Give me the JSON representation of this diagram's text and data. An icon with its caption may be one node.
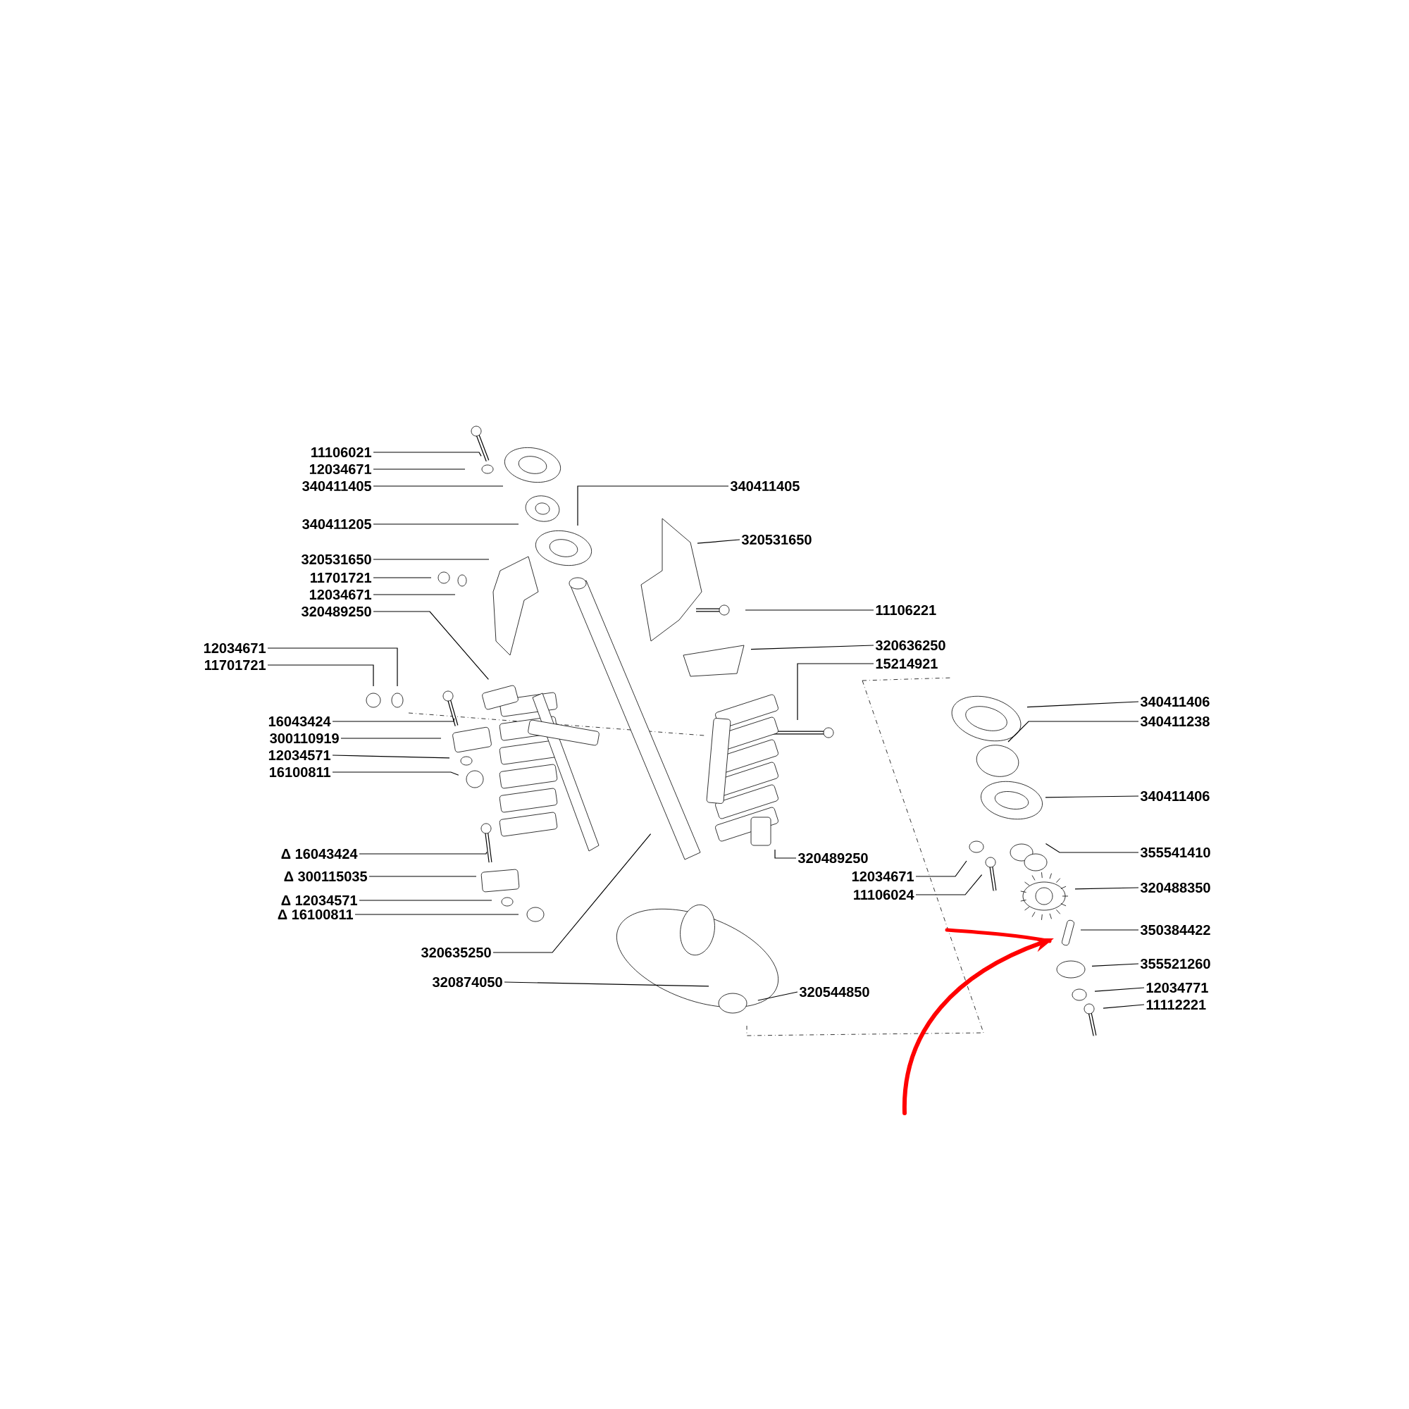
{
  "diagram": {
    "nodes": [
      {
        "text": [
          "11106021"
        ]
      },
      {
        "text": [
          "12034671"
        ]
      },
      {
        "text": [
          "340411405"
        ]
      },
      {
        "text": [
          "340411205"
        ]
      },
      {
        "text": [
          "320531650"
        ]
      },
      {
        "text": [
          "11701721"
        ]
      },
      {
        "text": [
          "12034671"
        ]
      },
      {
        "text": [
          "320489250"
        ]
      },
      {
        "text": [
          "12034671"
        ]
      },
      {
        "text": [
          "11701721"
        ]
      },
      {
        "text": [
          "16043424"
        ]
      },
      {
        "text": [
          "300110919"
        ]
      },
      {
        "text": [
          "12034571"
        ]
      },
      {
        "text": [
          "16100811"
        ]
      },
      {
        "text": [
          "Δ 16043424"
        ]
      },
      {
        "text": [
          "Δ 300115035"
        ]
      },
      {
        "text": [
          "Δ 12034571"
        ]
      },
      {
        "text": [
          "Δ 16100811"
        ]
      },
      {
        "text": [
          "320635250"
        ]
      },
      {
        "text": [
          "320874050"
        ]
      },
      {
        "text": [
          "320544850"
        ]
      },
      {
        "text": [
          "340411405"
        ]
      },
      {
        "text": [
          "320531650"
        ]
      },
      {
        "text": [
          "11106221"
        ]
      },
      {
        "text": [
          "320636250"
        ]
      },
      {
        "text": [
          "15214921"
        ]
      },
      {
        "text": [
          "320489250"
        ]
      },
      {
        "text": [
          "12034671"
        ]
      },
      {
        "text": [
          "11106024"
        ]
      },
      {
        "text": [
          "340411406"
        ]
      },
      {
        "text": [
          "340411238"
        ]
      },
      {
        "text": [
          "340411406"
        ]
      },
      {
        "text": [
          "355541410"
        ]
      },
      {
        "text": [
          "320488350"
        ]
      },
      {
        "text": [
          "350384422"
        ]
      },
      {
        "text": [
          "355521260"
        ]
      },
      {
        "text": [
          "12034771"
        ]
      },
      {
        "text": [
          "11112221"
        ]
      }
    ],
    "edges": [
      {
        "from": 0,
        "to": null,
        "arrow": "none"
      },
      {
        "from": 1,
        "to": null,
        "arrow": "none"
      },
      {
        "from": 2,
        "to": null,
        "arrow": "none"
      },
      {
        "from": 3,
        "to": null,
        "arrow": "none"
      },
      {
        "from": 4,
        "to": null,
        "arrow": "none"
      },
      {
        "from": 5,
        "to": null,
        "arrow": "none"
      },
      {
        "from": 6,
        "to": null,
        "arrow": "none"
      },
      {
        "from": 7,
        "to": null,
        "arrow": "none"
      },
      {
        "from": 8,
        "to": null,
        "arrow": "none"
      },
      {
        "from": 9,
        "to": null,
        "arrow": "none"
      },
      {
        "from": 10,
        "to": null,
        "arrow": "none"
      },
      {
        "from": 11,
        "to": null,
        "arrow": "none"
      },
      {
        "from": 12,
        "to": null,
        "arrow": "none"
      },
      {
        "from": 13,
        "to": null,
        "arrow": "none"
      },
      {
        "from": 14,
        "to": null,
        "arrow": "none"
      },
      {
        "from": 15,
        "to": null,
        "arrow": "none"
      },
      {
        "from": 16,
        "to": null,
        "arrow": "none"
      },
      {
        "from": 17,
        "to": null,
        "arrow": "none"
      },
      {
        "from": 18,
        "to": null,
        "arrow": "none"
      },
      {
        "from": 19,
        "to": null,
        "arrow": "none"
      },
      {
        "from": 20,
        "to": null,
        "arrow": "none"
      },
      {
        "from": 21,
        "to": null,
        "arrow": "none"
      },
      {
        "from": 22,
        "to": null,
        "arrow": "none"
      },
      {
        "from": 23,
        "to": null,
        "arrow": "none"
      },
      {
        "from": 24,
        "to": null,
        "arrow": "none"
      },
      {
        "from": 25,
        "to": null,
        "arrow": "none"
      },
      {
        "from": 26,
        "to": null,
        "arrow": "none"
      },
      {
        "from": 27,
        "to": null,
        "arrow": "none"
      },
      {
        "from": 28,
        "to": null,
        "arrow": "none"
      },
      {
        "from": 29,
        "to": null,
        "arrow": "none"
      },
      {
        "from": 30,
        "to": null,
        "arrow": "none"
      },
      {
        "from": 31,
        "to": null,
        "arrow": "none"
      },
      {
        "from": 32,
        "to": null,
        "arrow": "none"
      },
      {
        "from": 33,
        "to": null,
        "arrow": "none"
      },
      {
        "from": 34,
        "to": null,
        "arrow": "none"
      },
      {
        "from": 35,
        "to": null,
        "arrow": "none"
      },
      {
        "from": 36,
        "to": null,
        "arrow": "none"
      },
      {
        "from": 37,
        "to": null,
        "arrow": "none"
      }
    ]
  }
}
